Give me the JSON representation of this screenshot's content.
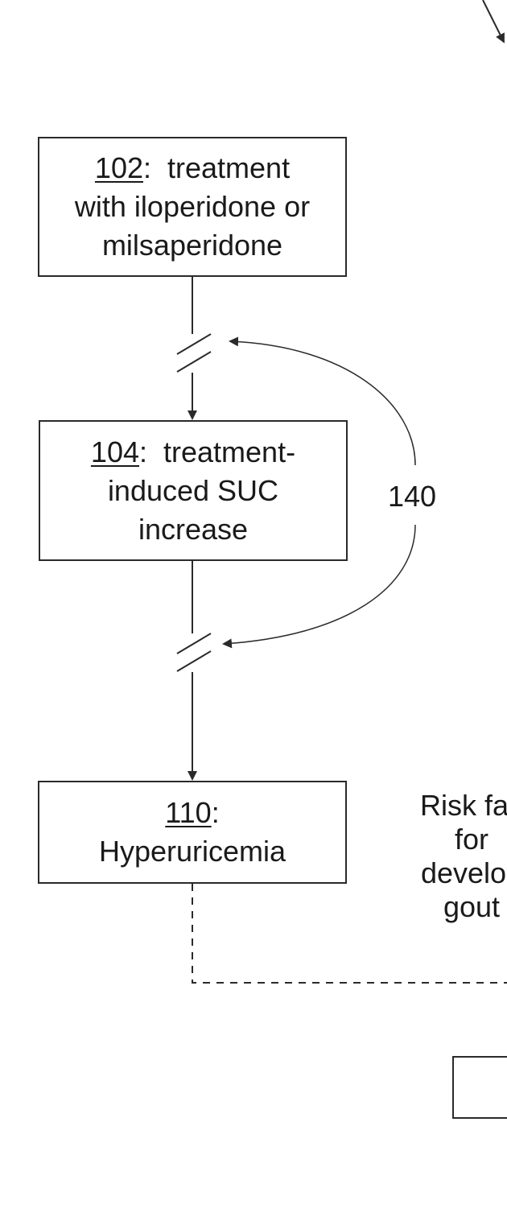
{
  "boxes": {
    "b102": {
      "ref": "102",
      "line1_rest": ":  treatment",
      "line2": "with iloperidone or",
      "line3": "milsaperidone"
    },
    "b104": {
      "ref": "104",
      "line1_rest": ":  treatment-",
      "line2": "induced SUC",
      "line3": "increase"
    },
    "b110": {
      "ref": "110",
      "line1_rest": ":",
      "line2": "Hyperuricemia"
    }
  },
  "label_140": "140",
  "risk_factor": {
    "line1": "Risk fac",
    "line2": "for",
    "line3": "develop",
    "line4": "gout"
  },
  "colors": {
    "stroke": "#2a2a2a",
    "background": "#ffffff"
  }
}
